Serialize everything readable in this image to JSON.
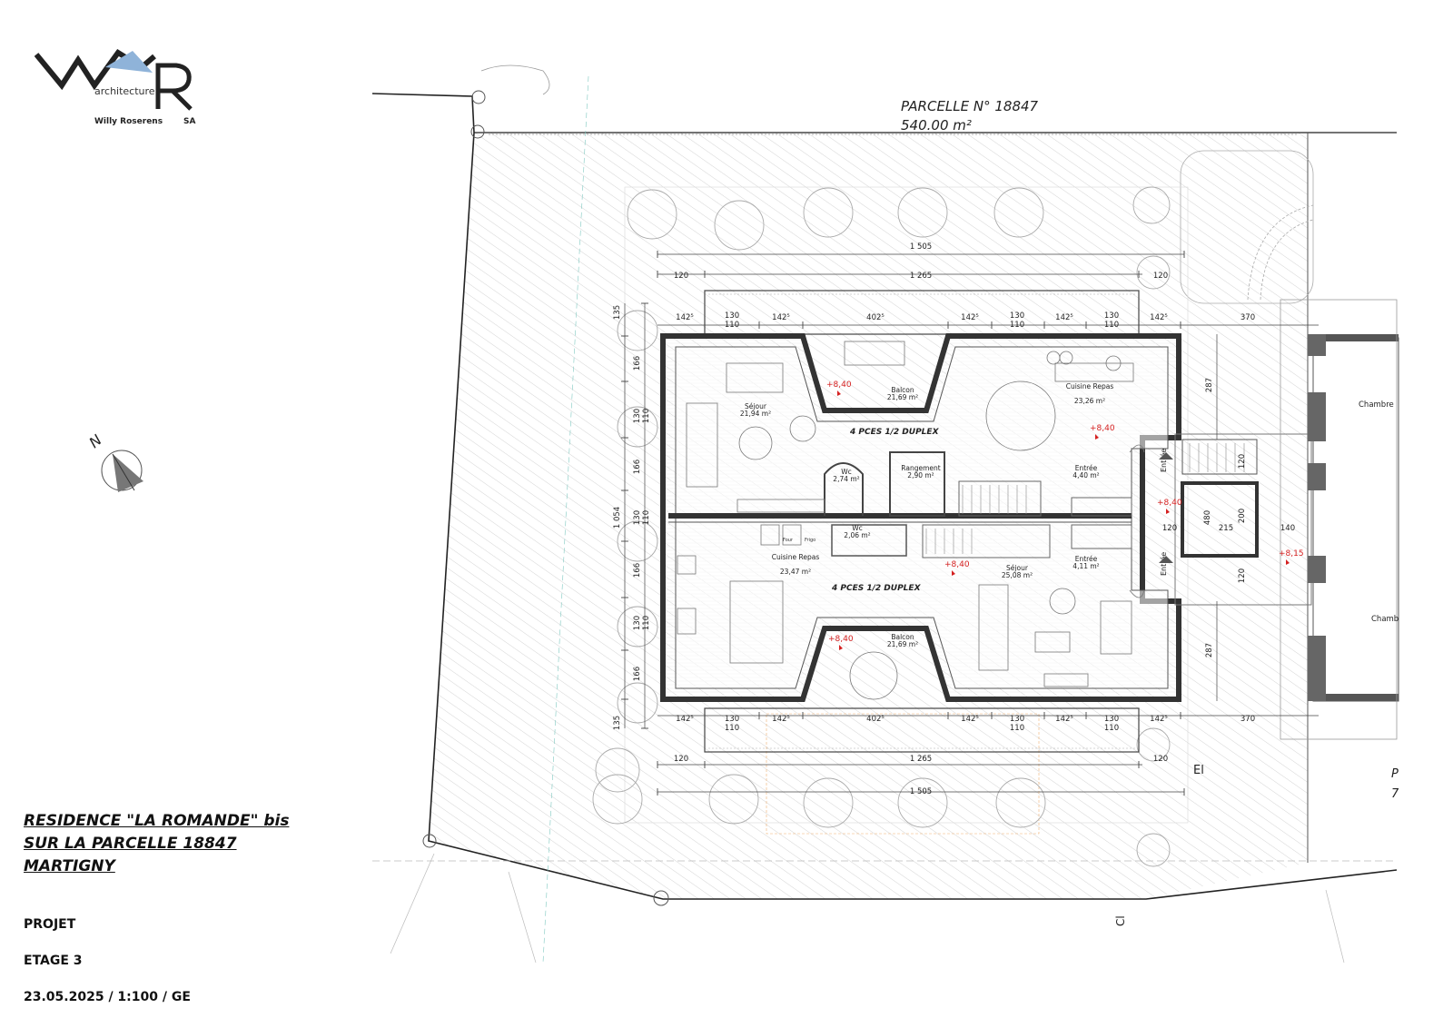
{
  "logo": {
    "subtitle": "architecture",
    "company": "Willy Roserens",
    "suffix": "SA",
    "colors": {
      "dark": "#222222",
      "blue": "#8fb3d9"
    }
  },
  "parcel": {
    "title": "PARCELLE N° 18847",
    "area": "540.00 m²"
  },
  "north_symbol": "N",
  "units": [
    {
      "name": "4 PCES 1/2 DUPLEX"
    },
    {
      "name": "4 PCES 1/2 DUPLEX"
    }
  ],
  "rooms": {
    "sejour_top": {
      "name": "Séjour",
      "area": "21,94 m²"
    },
    "balcon_top": {
      "name": "Balcon",
      "area": "21,69 m²"
    },
    "cuisine_top": {
      "name": "Cuisine Repas",
      "area": "23,26 m²"
    },
    "wc_top": {
      "name": "Wc",
      "area": "2,74 m²"
    },
    "rangement": {
      "name": "Rangement",
      "area": "2,90 m²"
    },
    "entree_top": {
      "name": "Entrée",
      "area": "4,40 m²"
    },
    "wc_bot": {
      "name": "Wc",
      "area": "2,06 m²"
    },
    "cuisine_bot": {
      "name": "Cuisine Repas",
      "area": "23,47 m²"
    },
    "sejour_bot": {
      "name": "Séjour",
      "area": "25,08 m²"
    },
    "entree_bot": {
      "name": "Entrée",
      "area": "4,11 m²"
    },
    "balcon_bot": {
      "name": "Balcon",
      "area": "21,69 m²"
    },
    "chambre_1": {
      "name": "Chambre"
    },
    "chambre_2": {
      "name": "Chamb"
    },
    "entree_v1": "Entrée",
    "entree_v2": "Entrée"
  },
  "levels": {
    "l1": "+8,40",
    "l2": "+8,40",
    "l3": "+8,40",
    "l4": "+8,40",
    "l5": "+8,40",
    "l6": "+8,15"
  },
  "dimensions": {
    "top_overall": "1 505",
    "top_edge_left": "120",
    "top_mid": "1 265",
    "top_edge_right": "120",
    "top_row": [
      "142⁵",
      "130",
      "110",
      "142⁵",
      "402⁵",
      "142⁵",
      "130",
      "110",
      "142⁵",
      "130",
      "110",
      "142⁵"
    ],
    "right_370_top": "370",
    "bottom_row": [
      "142⁵",
      "130",
      "110",
      "142⁵",
      "402⁵",
      "142⁵",
      "130",
      "110",
      "142⁵",
      "130",
      "110",
      "142⁵"
    ],
    "right_370_bot": "370",
    "bot_edge_left": "120",
    "bot_mid": "1 265",
    "bot_edge_right": "120",
    "bottom_overall": "1 505",
    "left_vertical": [
      "135",
      "166",
      "130",
      "110",
      "166",
      "130",
      "110",
      "166",
      "130",
      "110",
      "166",
      "135"
    ],
    "left_overall": "1 054",
    "right_287_top": "287",
    "right_287_bot": "287",
    "stair": [
      "120",
      "200",
      "480",
      "215",
      "140",
      "120",
      "120"
    ]
  },
  "fridge_labels": {
    "four": "Four",
    "frigo": "Frigo"
  },
  "marks": {
    "el": "El",
    "cl": "Cl",
    "p": "P",
    "seven": "7"
  },
  "title_block": {
    "line1": "RESIDENCE \"LA ROMANDE\" bis",
    "line2": "SUR LA PARCELLE 18847",
    "line3": "MARTIGNY",
    "projet": "PROJET",
    "etage": "ETAGE 3",
    "date_scale": "23.05.2025 / 1:100 / GE"
  },
  "colors": {
    "level_red": "#d42020",
    "line": "#333333",
    "light": "#9a9a9a",
    "teal": "#7ec8c0"
  }
}
